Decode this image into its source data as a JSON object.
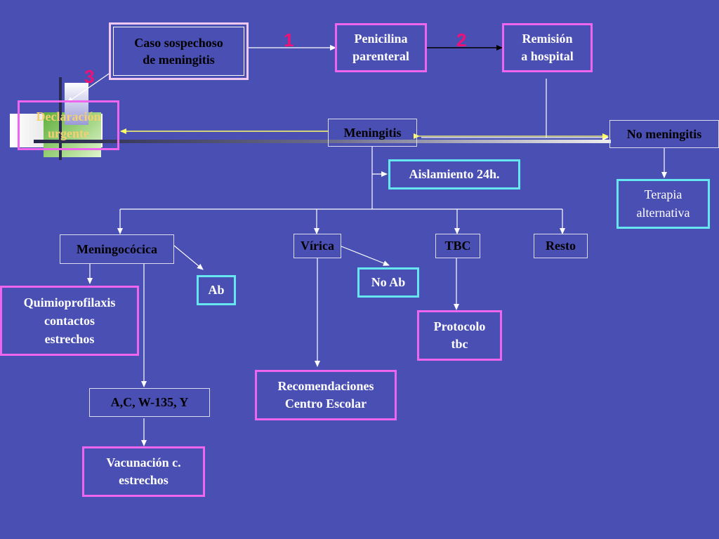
{
  "nodes": {
    "caso": "Caso sospechoso\nde meningitis",
    "penicilina": "Penicilina\nparenteral",
    "remision": "Remisión\na hospital",
    "declaracion": "Declaración\nurgente",
    "meningitis": "Meningitis",
    "no_meningitis": "No meningitis",
    "aislamiento": "Aislamiento 24h.",
    "terapia": "Terapia\nalternativa",
    "meningococica": "Meningocócica",
    "virica": "Vírica",
    "tbc": "TBC",
    "resto": "Resto",
    "ab": "Ab",
    "no_ab": "No Ab",
    "quimio": "Quimioprofilaxis\ncontactos\nestrechos",
    "protocolo": "Protocolo\ntbc",
    "recomendaciones": "Recomendaciones\nCentro Escolar",
    "serogrupos": "A,C, W-135, Y",
    "vacunacion": "Vacunación c.\nestrechos"
  },
  "step_numbers": [
    "1",
    "2",
    "3"
  ],
  "colors": {
    "background": "#4a4fb3",
    "pink_border": "#ee66ee",
    "cyan_border": "#66e6ee",
    "numbers": "#ee1177",
    "yellow_arrow": "#ffff66"
  }
}
